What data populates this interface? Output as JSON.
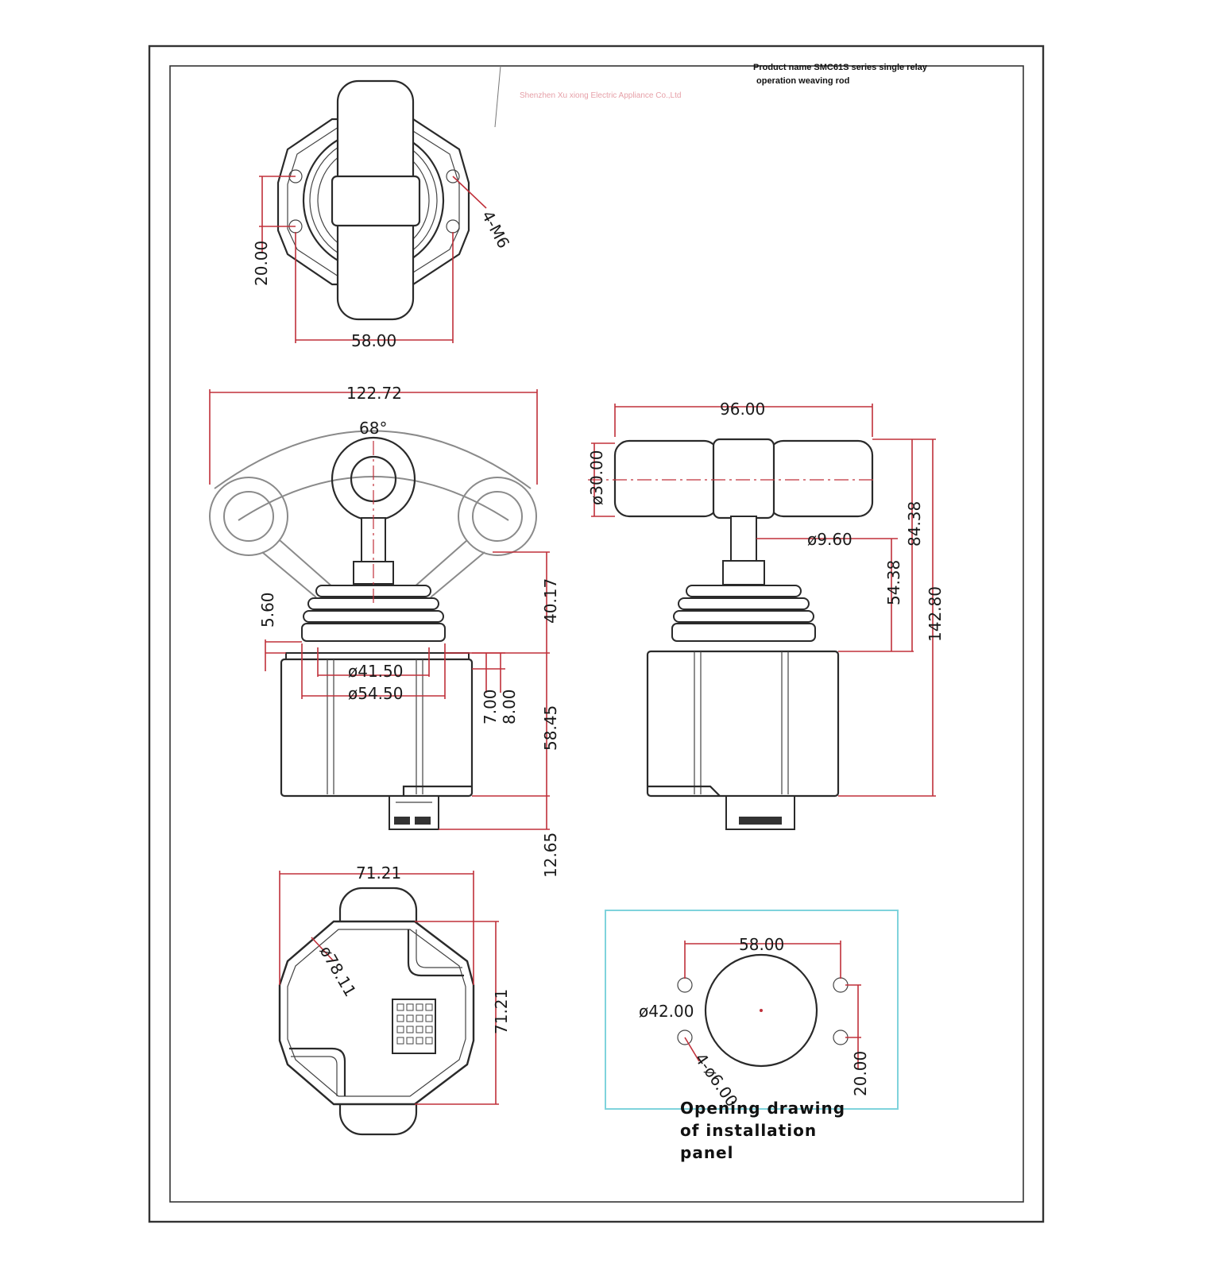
{
  "header": {
    "product_line1": "Product name SMC61S series single relay",
    "product_line2": "operation weaving rod",
    "company": "Shenzhen Xu xiong Electric Appliance Co.,Ltd"
  },
  "top_view": {
    "dim_hole_spacing_v": "20.00",
    "dim_hole_spacing_h": "58.00",
    "hole_callout": "4-M6"
  },
  "front_view": {
    "dim_width": "122.72",
    "dim_angle": "68°",
    "dim_flange": "5.60",
    "dim_inner_dia": "ø41.50",
    "dim_outer_dia": "ø54.50",
    "dim_flange_7": "7.00",
    "dim_flange_8": "8.00",
    "dim_above_panel": "40.17",
    "dim_body": "58.45",
    "dim_connector": "12.65"
  },
  "side_view": {
    "dim_handle_len": "96.00",
    "dim_handle_dia": "ø30.00",
    "dim_shaft_dia": "ø9.60",
    "dim_54": "54.38",
    "dim_84": "84.38",
    "dim_total": "142.80"
  },
  "bottom_view": {
    "dim_width": "71.21",
    "dim_height": "71.21",
    "dim_dia": "ø78.11"
  },
  "panel_cutout": {
    "dim_spacing_h": "58.00",
    "dim_center_dia": "ø42.00",
    "dim_spacing_v": "20.00",
    "hole_callout": "4-ø6.00",
    "caption_line1": "Opening drawing",
    "caption_line2": "of installation",
    "caption_line3": "panel",
    "frame_color": "#7fd3dc"
  }
}
